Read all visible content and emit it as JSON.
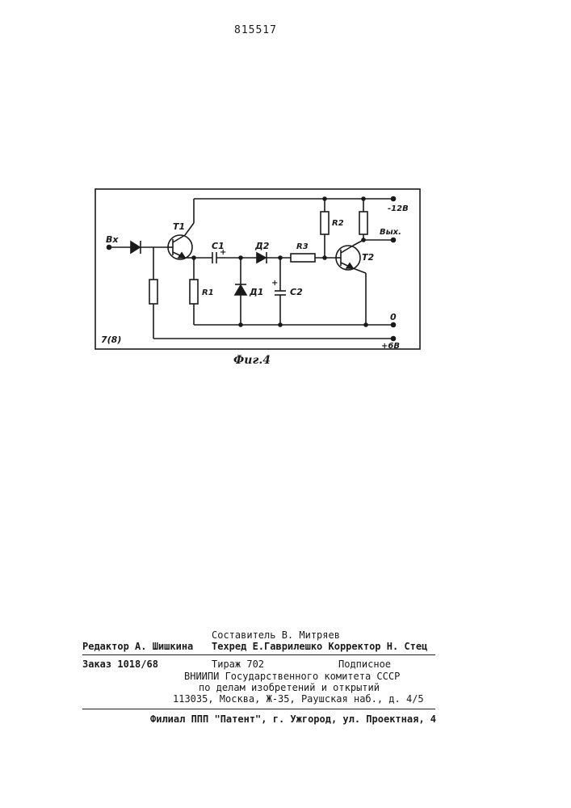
{
  "document": {
    "patent_number": "815517",
    "figure": {
      "caption": "Фиг.4",
      "labels": {
        "input": "Вх",
        "output": "Вых.",
        "t1": "Т1",
        "t2": "Т2",
        "c1": "С1",
        "c2": "С2",
        "d1": "Д1",
        "d2": "Д2",
        "r1": "R1",
        "r2": "R2",
        "r3": "R3",
        "supply_neg": "-12В",
        "ground": "0",
        "supply_pos": "+6В",
        "block": "7(8)",
        "c1_plus": "+",
        "c2_plus": "+"
      }
    },
    "imprint": {
      "compiler": "Составитель В. Митряев",
      "editor": "Редактор А. Шишкина",
      "techred_corrector": "Техред Е.Гаврилешко Корректор  Н. Стец",
      "order": "Заказ 1018/68",
      "circulation": "Тираж 702",
      "subscription": "Подписное",
      "org_line1": "ВНИИПИ Государственного комитета СССР",
      "org_line2": "по делам изобретений и открытий",
      "address": "113035, Москва, Ж-35, Раушская наб., д. 4/5",
      "branch": "Филиал ППП \"Патент\", г. Ужгород, ул. Проектная, 4"
    }
  }
}
